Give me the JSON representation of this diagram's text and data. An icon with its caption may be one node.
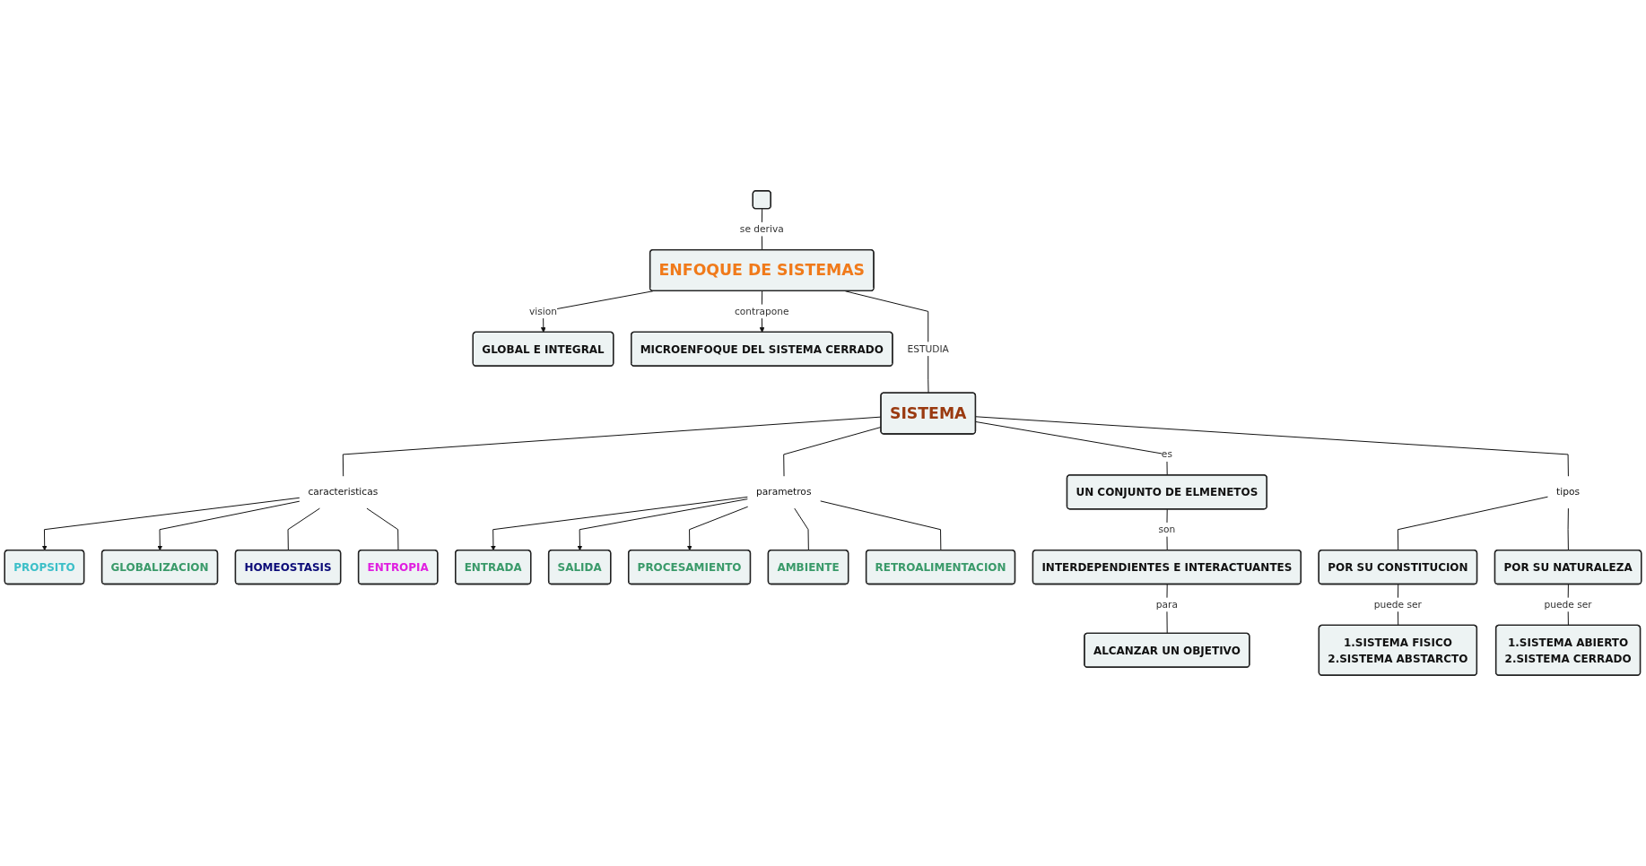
{
  "diagram": {
    "nodes": [
      {
        "text": [],
        "shape": "box"
      },
      {
        "text": [
          "ENFOQUE DE SISTEMAS"
        ]
      },
      {
        "text": [
          "GLOBAL E INTEGRAL"
        ]
      },
      {
        "text": [
          "MICROENFOQUE DEL SISTEMA CERRADO"
        ]
      },
      {
        "text": [
          "SISTEMA"
        ]
      },
      {
        "text": [
          "caracteristicas"
        ]
      },
      {
        "text": [
          "PROPSITO"
        ]
      },
      {
        "text": [
          "GLOBALIZACION"
        ]
      },
      {
        "text": [
          "HOMEOSTASIS"
        ]
      },
      {
        "text": [
          "ENTROPIA"
        ]
      },
      {
        "text": [
          "parametros"
        ]
      },
      {
        "text": [
          "ENTRADA"
        ]
      },
      {
        "text": [
          "SALIDA"
        ]
      },
      {
        "text": [
          "PROCESAMIENTO"
        ]
      },
      {
        "text": [
          "AMBIENTE"
        ]
      },
      {
        "text": [
          "RETROALIMENTACION"
        ]
      },
      {
        "text": [
          "UN CONJUNTO DE ELMENETOS"
        ]
      },
      {
        "text": [
          "tipos"
        ]
      },
      {
        "text": [
          "POR SU CONSTITUCION"
        ]
      },
      {
        "text": [
          "POR SU NATURALEZA"
        ]
      },
      {
        "text": [
          "INTERDEPENDIENTES E INTERACTUANTES"
        ]
      },
      {
        "text": [
          "ALCANZAR UN OBJETIVO"
        ]
      },
      {
        "text": [
          "1.SISTEMA FISICO",
          "2.SISTEMA ABSTARCTO"
        ]
      },
      {
        "text": [
          "1.SISTEMA ABIERTO",
          "2.SISTEMA CERRADO"
        ]
      }
    ],
    "edges": [
      {
        "from": 0,
        "to": 1,
        "arrow": "none",
        "label": "se deriva"
      },
      {
        "from": 1,
        "to": 2,
        "arrow": "to",
        "label": "vision"
      },
      {
        "from": 1,
        "to": 3,
        "arrow": "to",
        "label": "contrapone"
      },
      {
        "from": 1,
        "to": 4,
        "arrow": "none",
        "label": "ESTUDIA"
      },
      {
        "from": 4,
        "to": 5,
        "arrow": "none"
      },
      {
        "from": 5,
        "to": 6,
        "arrow": "to"
      },
      {
        "from": 5,
        "to": 7,
        "arrow": "to"
      },
      {
        "from": 5,
        "to": 8,
        "arrow": "none"
      },
      {
        "from": 5,
        "to": 9,
        "arrow": "none"
      },
      {
        "from": 4,
        "to": 10,
        "arrow": "none"
      },
      {
        "from": 10,
        "to": 11,
        "arrow": "to"
      },
      {
        "from": 10,
        "to": 12,
        "arrow": "to"
      },
      {
        "from": 10,
        "to": 13,
        "arrow": "to"
      },
      {
        "from": 10,
        "to": 14,
        "arrow": "none"
      },
      {
        "from": 10,
        "to": 15,
        "arrow": "none"
      },
      {
        "from": 4,
        "to": 16,
        "arrow": "none",
        "label": "es"
      },
      {
        "from": 4,
        "to": 17,
        "arrow": "none"
      },
      {
        "from": 17,
        "to": 18,
        "arrow": "none"
      },
      {
        "from": 17,
        "to": 19,
        "arrow": "none"
      },
      {
        "from": 16,
        "to": 20,
        "arrow": "none",
        "label": "son"
      },
      {
        "from": 20,
        "to": 21,
        "arrow": "none",
        "label": "para"
      },
      {
        "from": 18,
        "to": 22,
        "arrow": "none",
        "label": "puede ser"
      },
      {
        "from": 19,
        "to": 23,
        "arrow": "none",
        "label": "puede ser"
      }
    ]
  }
}
